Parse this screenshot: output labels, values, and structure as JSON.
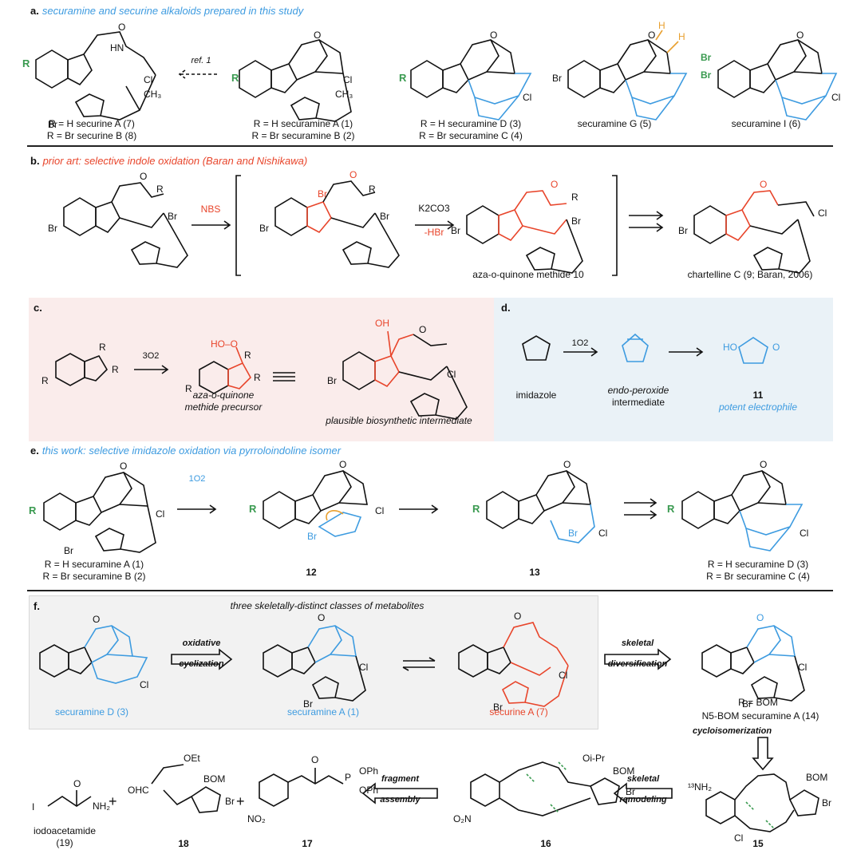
{
  "panel_a": {
    "letter": "a.",
    "title": "securamine and securine alkaloids prepared in this study",
    "arrow_label": "ref. 1",
    "captions": [
      [
        "R = H securine A (7)",
        "R = Br securine B (8)"
      ],
      [
        "R = H securamine A (1)",
        "R = Br securamine B (2)"
      ],
      [
        "R = H securamine D (3)",
        "R = Br securamine C (4)"
      ],
      [
        "securamine G (5)"
      ],
      [
        "securamine I (6)"
      ]
    ]
  },
  "panel_b": {
    "letter": "b.",
    "title": "prior art: selective indole oxidation (Baran and Nishikawa)",
    "reagent_1": "NBS",
    "reagent_2a": "K2CO3",
    "reagent_2b": "-HBr",
    "caption_10": "aza-o-quinone methide 10",
    "caption_9": "chartelline C (9; Baran, 2006)"
  },
  "panel_c": {
    "letter": "c.",
    "reagent": "3O2",
    "caption_1a": "aza-o-quinone",
    "caption_1b": "methide precursor",
    "caption_2": "plausible biosynthetic intermediate"
  },
  "panel_d": {
    "letter": "d.",
    "reagent": "1O2",
    "caption_1": "imidazole",
    "caption_2a": "endo-peroxide",
    "caption_2b": "intermediate",
    "caption_3a": "11",
    "caption_3b": "potent electrophile"
  },
  "panel_e": {
    "letter": "e.",
    "title": "this work: selective imidazole oxidation via pyrroloindoline isomer",
    "reagent": "1O2",
    "captions_left": [
      "R = H securamine A (1)",
      "R = Br securamine B (2)"
    ],
    "caption_12": "12",
    "caption_13": "13",
    "captions_right": [
      "R = H securamine D (3)",
      "R = Br securamine C (4)"
    ]
  },
  "panel_f": {
    "letter": "f.",
    "subtitle": "three skeletally-distinct classes of metabolites",
    "arrow_1": [
      "oxidative",
      "cyclization"
    ],
    "arrow_2": [
      "skeletal",
      "diversification"
    ],
    "arrow_3": "cycloisomerization",
    "arrow_4": [
      "skeletal",
      "remodeling"
    ],
    "arrow_5": [
      "fragment",
      "assembly"
    ],
    "names": {
      "sec_d": "securamine D (3)",
      "sec_a": "securamine A (1)",
      "securine": "securine A (7)",
      "bom_r": "R = BOM",
      "bom_name": "N5-BOM securamine A (14)"
    },
    "compounds": {
      "c15": "15",
      "c16": "16",
      "c17": "17",
      "c18": "18",
      "c19a": "iodoacetamide",
      "c19b": "(19)"
    }
  }
}
